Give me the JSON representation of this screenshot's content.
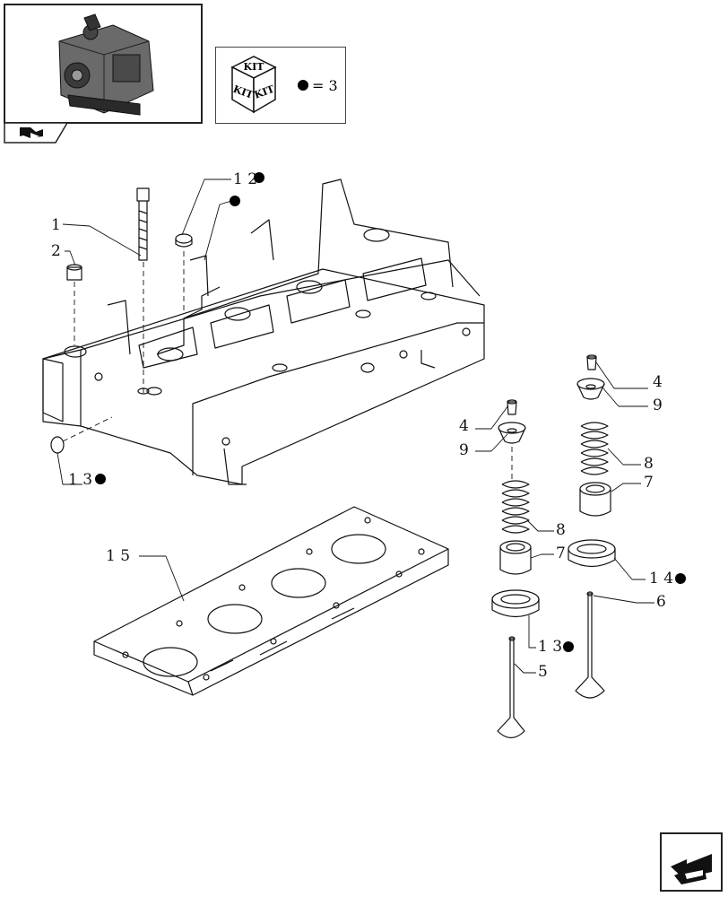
{
  "thumbnail": {
    "label": "engine-thumbnail",
    "tab_icon": "book-arrow-icon"
  },
  "kit_legend": {
    "kit_labels": [
      "KIT",
      "KIT",
      "KIT"
    ],
    "equals_text": "= 3",
    "marker_icon": "kit-marker-dot"
  },
  "callouts": [
    {
      "id": "c1",
      "text": "1"
    },
    {
      "id": "c2",
      "text": "2"
    },
    {
      "id": "c12",
      "text": "1 2"
    },
    {
      "id": "c13",
      "text": "1 3"
    },
    {
      "id": "c15",
      "text": "1 5"
    },
    {
      "id": "c4a",
      "text": "4"
    },
    {
      "id": "c9a",
      "text": "9"
    },
    {
      "id": "c8a",
      "text": "8"
    },
    {
      "id": "c7a",
      "text": "7"
    },
    {
      "id": "c14",
      "text": "1 4"
    },
    {
      "id": "c6",
      "text": "6"
    },
    {
      "id": "c4b",
      "text": "4"
    },
    {
      "id": "c9b",
      "text": "9"
    },
    {
      "id": "c8b",
      "text": "8"
    },
    {
      "id": "c7b",
      "text": "7"
    },
    {
      "id": "c13b",
      "text": "1 3"
    },
    {
      "id": "c5",
      "text": "5"
    }
  ],
  "nav": {
    "icon": "next-page-arrow-icon"
  },
  "colors": {
    "line": "#111111",
    "marker": "#000000"
  }
}
